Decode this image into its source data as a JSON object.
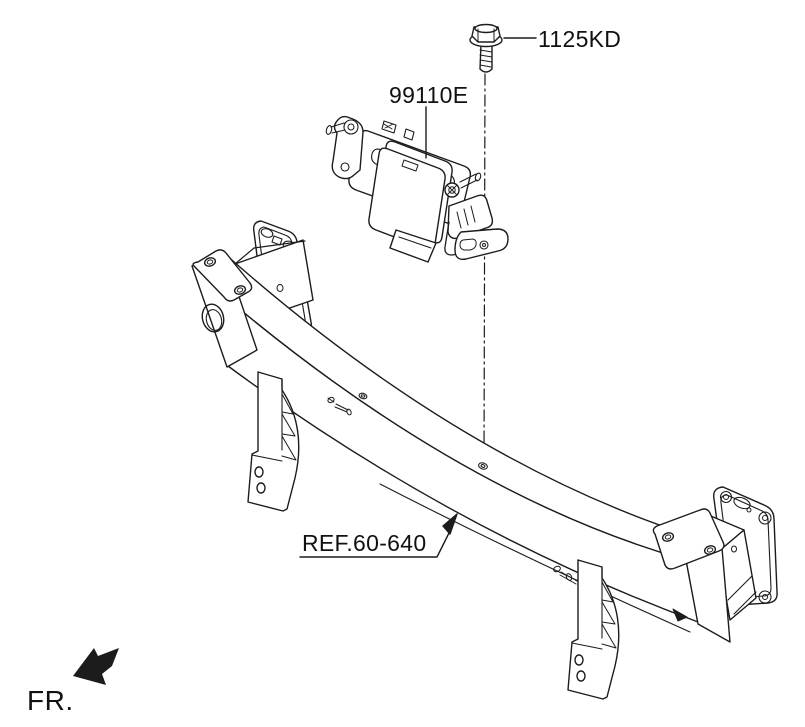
{
  "page": {
    "background": "#ffffff",
    "line_color": "#1c1c1c",
    "description_labels_visible": 4
  },
  "callouts": {
    "bolt_label": "1125KD",
    "sensor_label": "99110E",
    "beam_ref_label": "REF.60-640",
    "front_label": "FR."
  }
}
